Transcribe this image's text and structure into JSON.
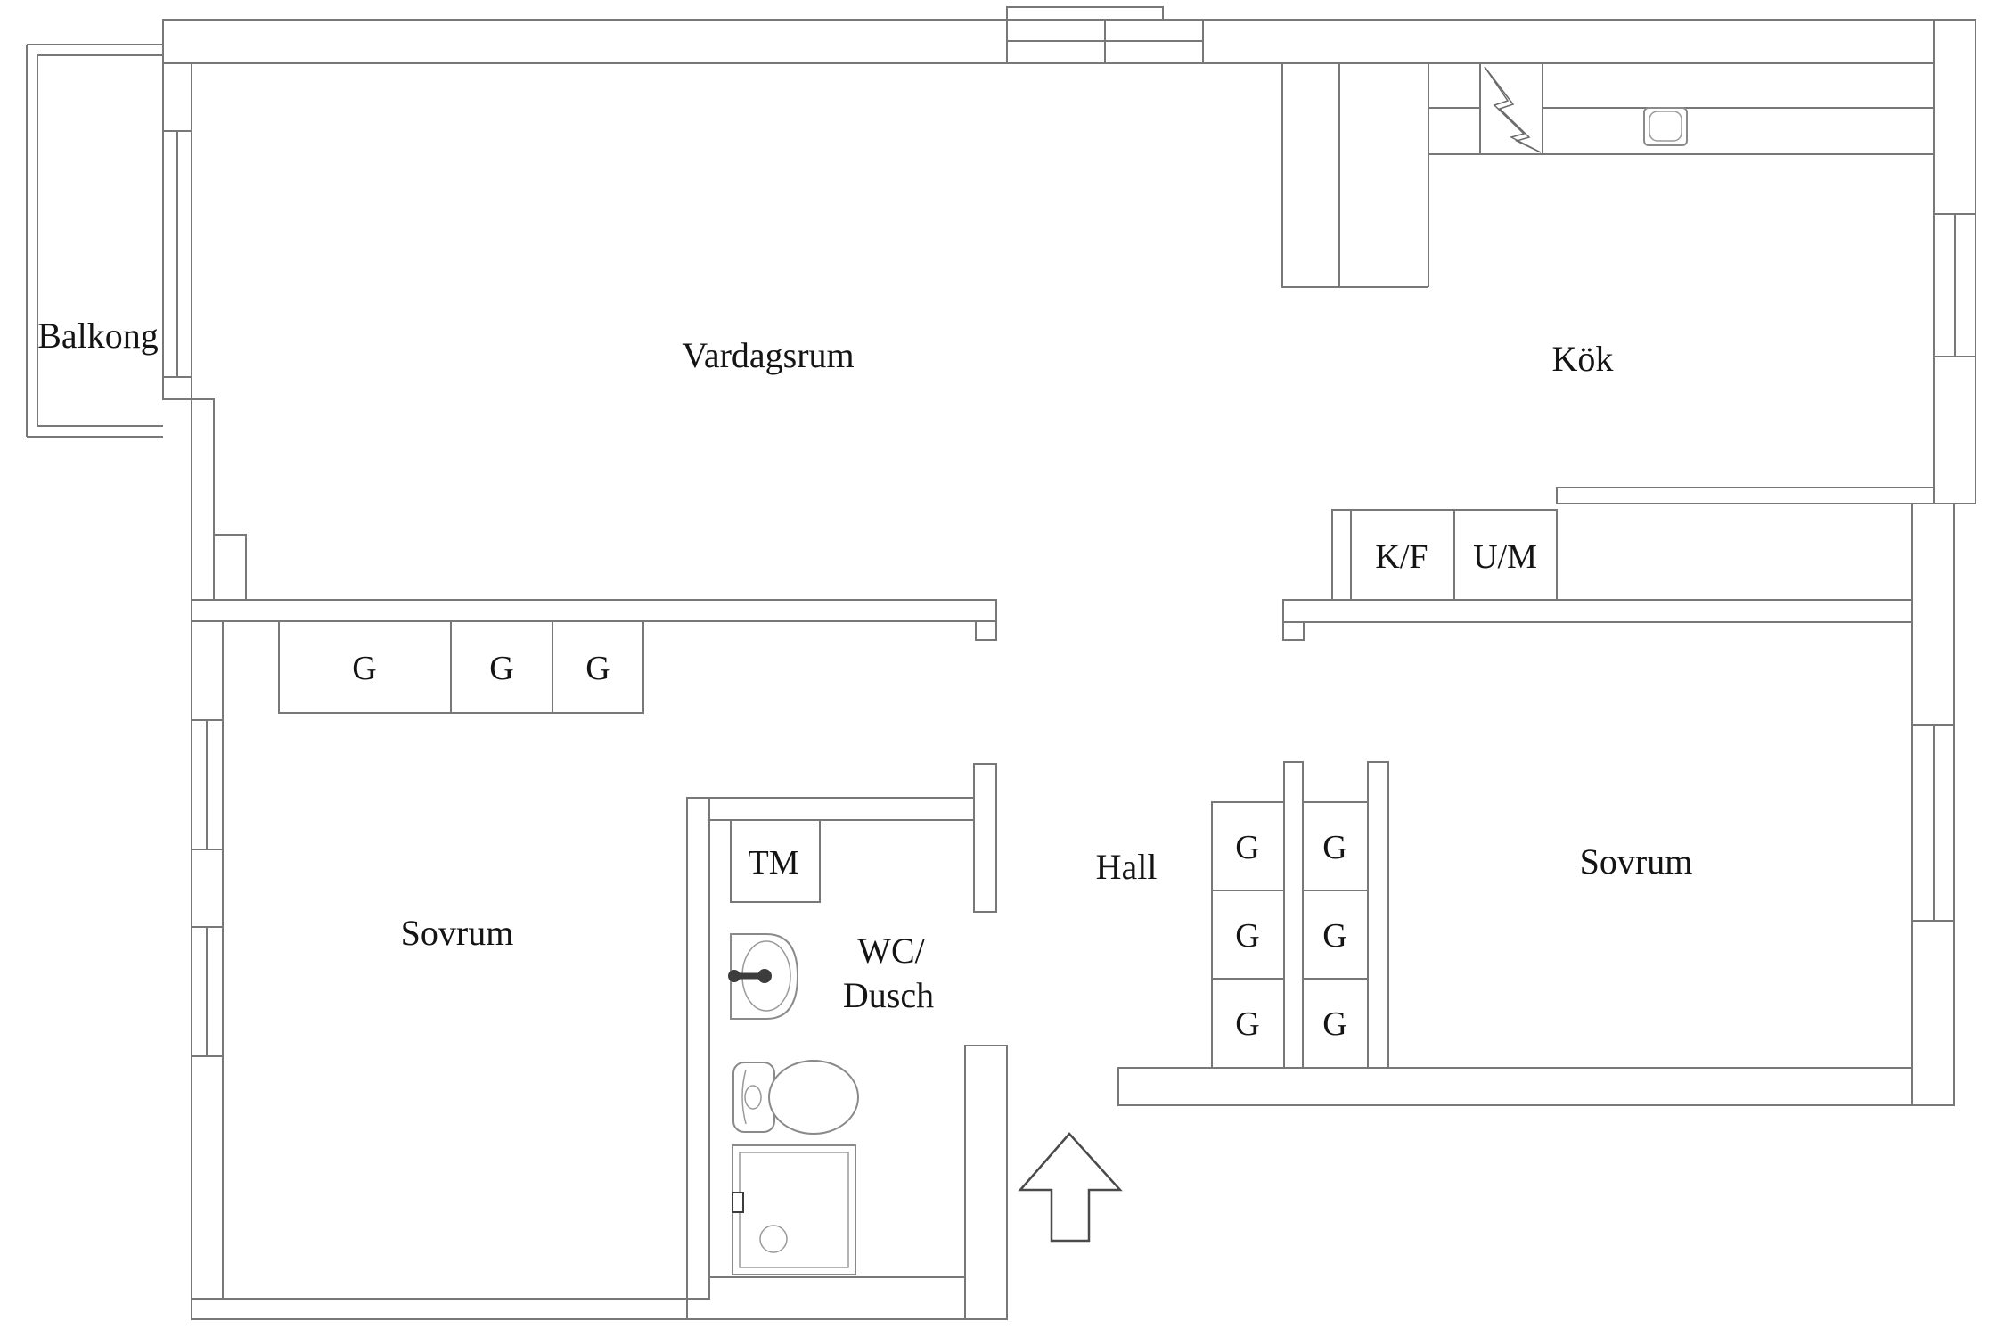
{
  "document": {
    "type": "apartment floor plan",
    "language": "Swedish"
  },
  "colors": {
    "background": "#ffffff",
    "wall_line": "#787878",
    "dark_line": "#4a4a4a",
    "text": "#141414"
  },
  "rooms": {
    "balcony": {
      "label": "Balkong"
    },
    "living_room": {
      "label": "Vardagsrum"
    },
    "kitchen": {
      "label": "Kök"
    },
    "bedroom_left": {
      "label": "Sovrum"
    },
    "bedroom_right": {
      "label": "Sovrum"
    },
    "hall": {
      "label": "Hall"
    },
    "bathroom": {
      "label_line1": "WC/",
      "label_line2": "Dusch"
    }
  },
  "fixtures": {
    "washing_machine_label": "TM",
    "fridge_freezer_label": "K/F",
    "oven_microwave_label": "U/M",
    "wardrobe_label": "G",
    "wardrobe_count_bedroom_left": 3,
    "wardrobe_count_hall": 6,
    "icons": [
      "stove-icon",
      "kitchen-sink-icon",
      "bathroom-sink-icon",
      "toilet-icon",
      "shower-icon",
      "entrance-arrow-icon",
      "window",
      "wall"
    ]
  }
}
